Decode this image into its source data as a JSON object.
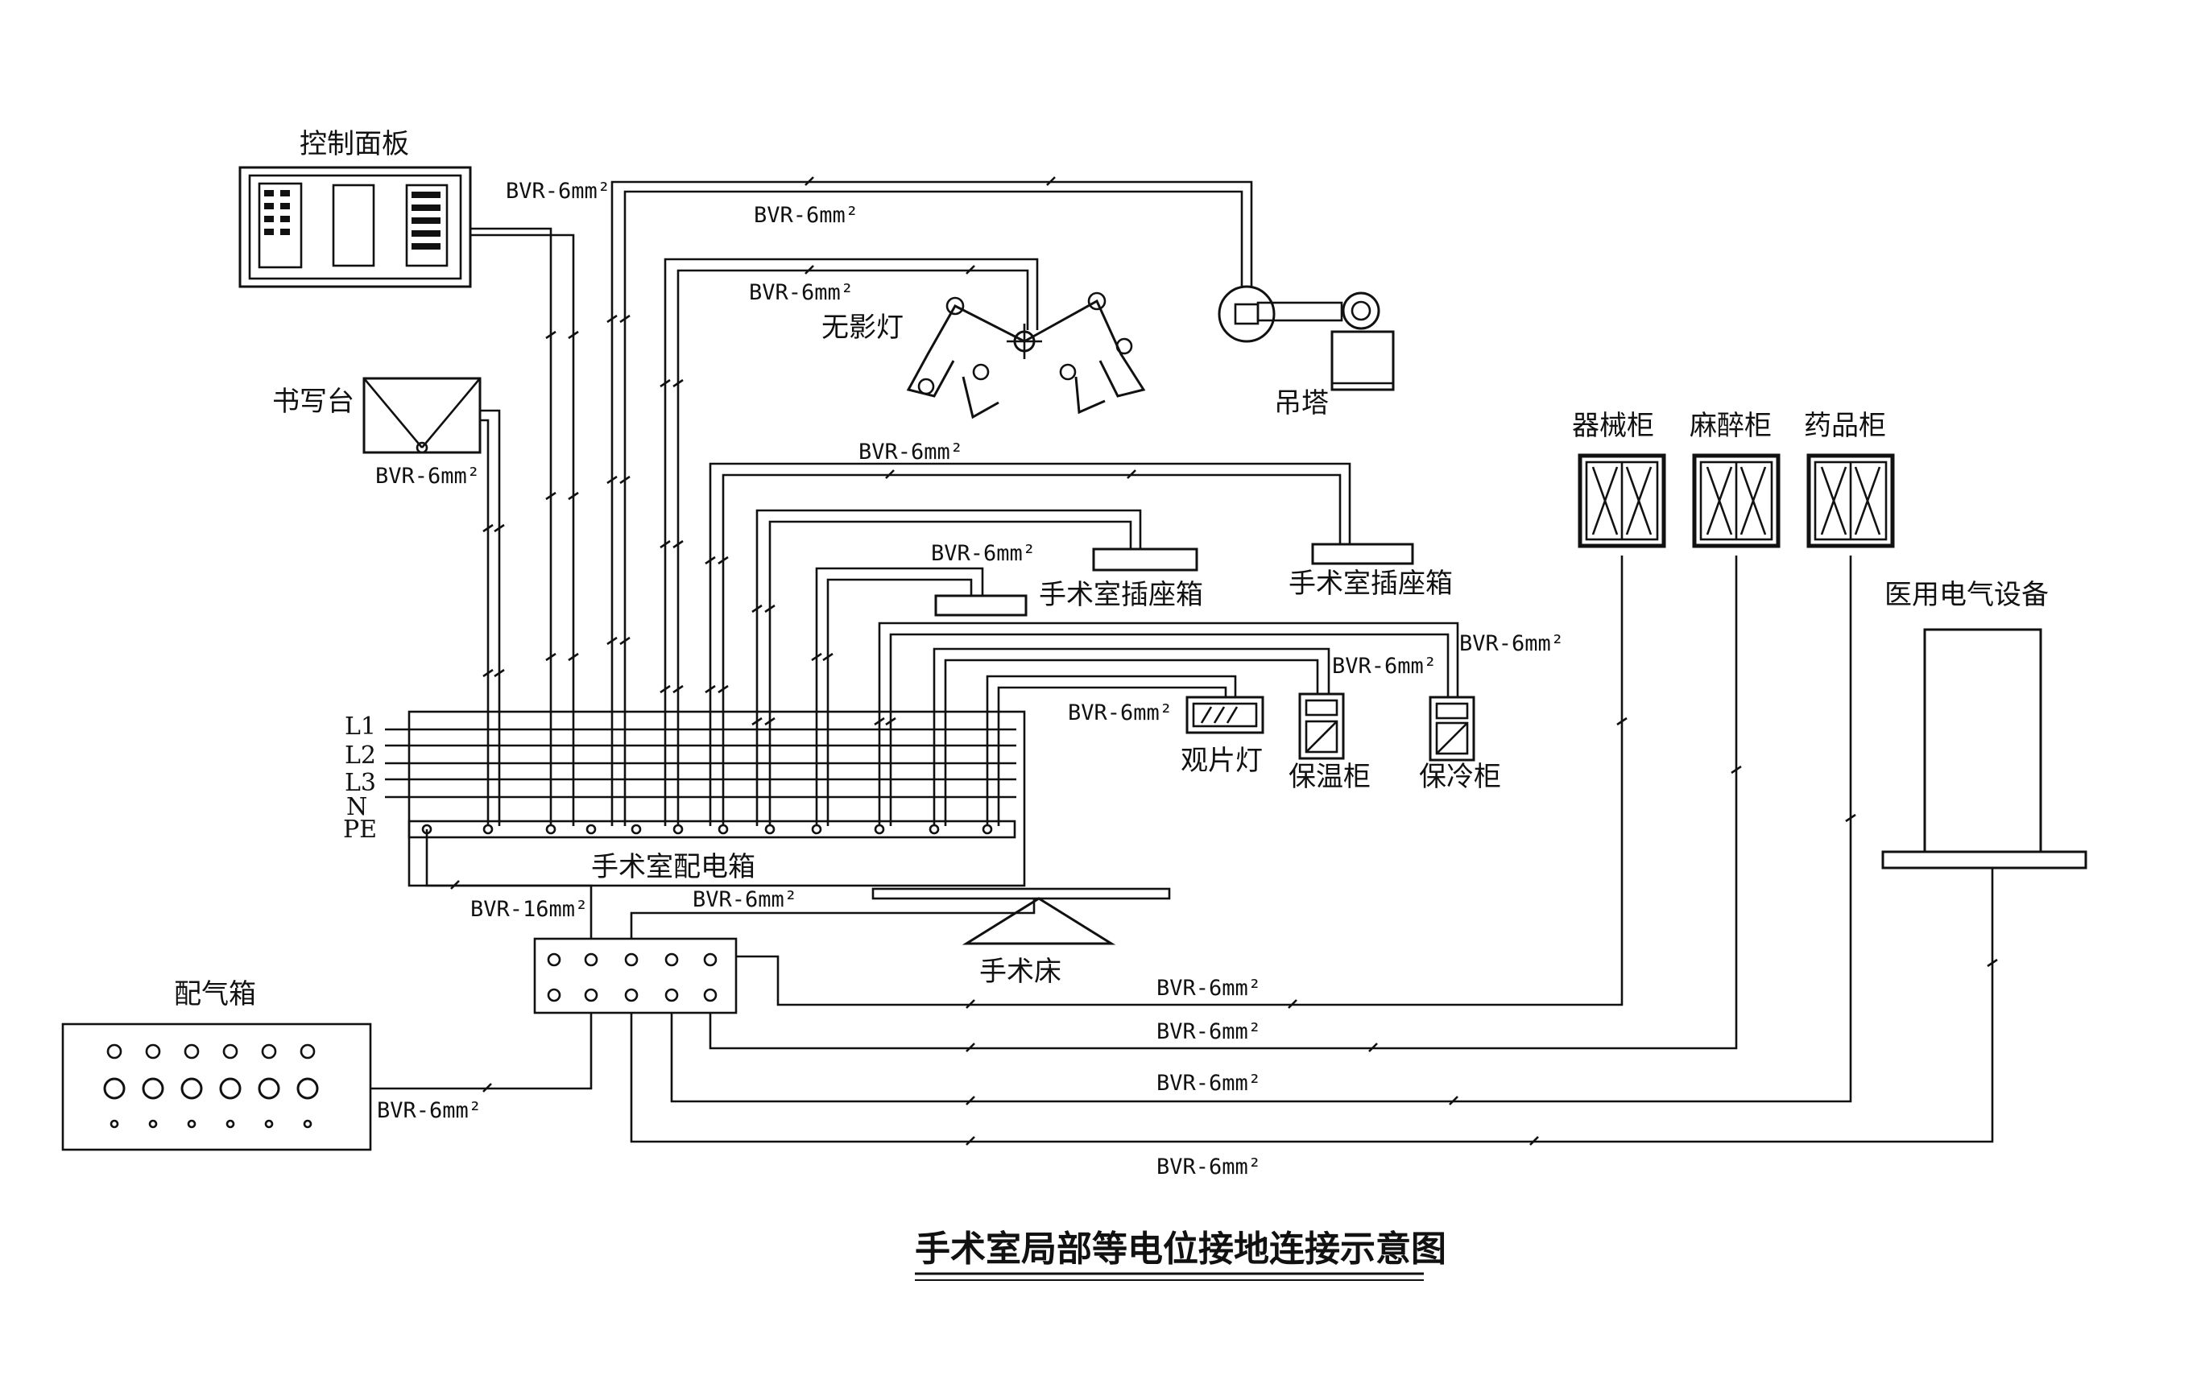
{
  "title": "手术室局部等电位接地连接示意图",
  "devices": {
    "control_panel": "控制面板",
    "writing_desk": "书写台",
    "shadowless_lamp": "无影灯",
    "pendant_tower": "吊塔",
    "instrument_cabinet": "器械柜",
    "anesthesia_cabinet": "麻醉柜",
    "medicine_cabinet": "药品柜",
    "medical_equipment": "医用电气设备",
    "socket_box_1": "手术室插座箱",
    "socket_box_2": "手术室插座箱",
    "film_viewer": "观片灯",
    "warming_cabinet": "保温柜",
    "cooling_cabinet": "保冷柜",
    "distribution_box": "手术室配电箱",
    "operating_table": "手术床",
    "gas_box": "配气箱"
  },
  "bus_labels": [
    "L1",
    "L2",
    "L3",
    "N",
    "PE"
  ],
  "wire_labels": {
    "control_panel": "BVR-6mm²",
    "pendant": "BVR-6mm²",
    "lamp": "BVR-6mm²",
    "desk": "BVR-6mm²",
    "socket2": "BVR-6mm²",
    "socket1": "BVR-6mm²",
    "cooling": "BVR-6mm²",
    "warming": "BVR-6mm²",
    "viewer": "BVR-6mm²",
    "main": "BVR-16mm²",
    "table": "BVR-6mm²",
    "cab1": "BVR-6mm²",
    "cab2": "BVR-6mm²",
    "cab3": "BVR-6mm²",
    "equipment": "BVR-6mm²",
    "gas": "BVR-6mm²"
  }
}
